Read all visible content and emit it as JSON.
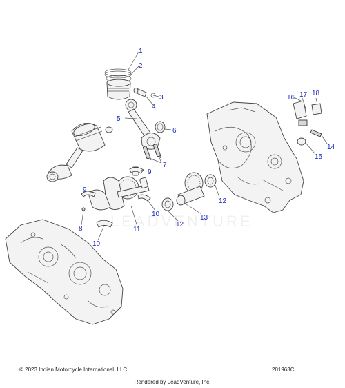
{
  "callouts": [
    {
      "id": "c1",
      "text": "1"
    },
    {
      "id": "c2",
      "text": "2"
    },
    {
      "id": "c3",
      "text": "3"
    },
    {
      "id": "c4",
      "text": "4"
    },
    {
      "id": "c5",
      "text": "5"
    },
    {
      "id": "c6",
      "text": "6"
    },
    {
      "id": "c7",
      "text": "7"
    },
    {
      "id": "c8",
      "text": "8"
    },
    {
      "id": "c9a",
      "text": "9"
    },
    {
      "id": "c9b",
      "text": "9"
    },
    {
      "id": "c10a",
      "text": "10"
    },
    {
      "id": "c10b",
      "text": "10"
    },
    {
      "id": "c11",
      "text": "11"
    },
    {
      "id": "c12a",
      "text": "12"
    },
    {
      "id": "c12b",
      "text": "12"
    },
    {
      "id": "c13",
      "text": "13"
    },
    {
      "id": "c14",
      "text": "14"
    },
    {
      "id": "c15",
      "text": "15"
    },
    {
      "id": "c16",
      "text": "16"
    },
    {
      "id": "c17",
      "text": "17"
    },
    {
      "id": "c18",
      "text": "18"
    }
  ],
  "watermark": "LEADVENTURE",
  "footer": {
    "copyright": "© 2023 Indian Motorcycle International, LLC",
    "drawing_id": "201963C",
    "rendered_by": "Rendered by LeadVenture, Inc."
  },
  "colors": {
    "callout": "#1b2bb8",
    "line": "#444444"
  }
}
